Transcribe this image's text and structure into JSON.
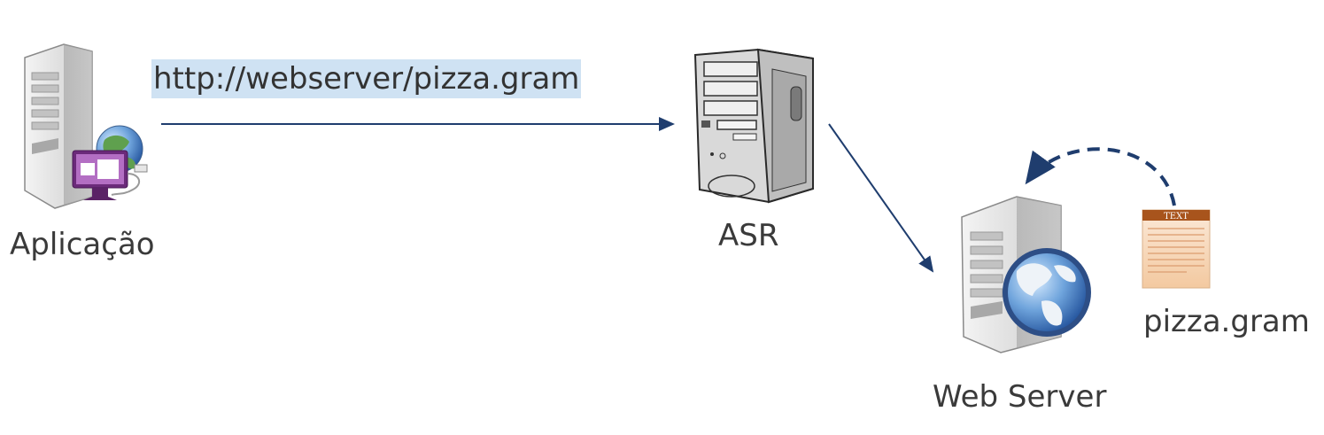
{
  "nodes": {
    "application": {
      "label": "Aplicação"
    },
    "asr": {
      "label": "ASR"
    },
    "web_server": {
      "label": "Web Server"
    },
    "file": {
      "label": "pizza.gram",
      "icon_text": "TEXT"
    }
  },
  "request": {
    "url": "http://webserver/pizza.gram"
  },
  "colors": {
    "arrow": "#1f3d6e",
    "url_highlight": "#cfe2f3"
  },
  "icons": [
    "server-app-icon",
    "tower-computer-icon",
    "web-server-globe-icon",
    "text-file-icon"
  ]
}
